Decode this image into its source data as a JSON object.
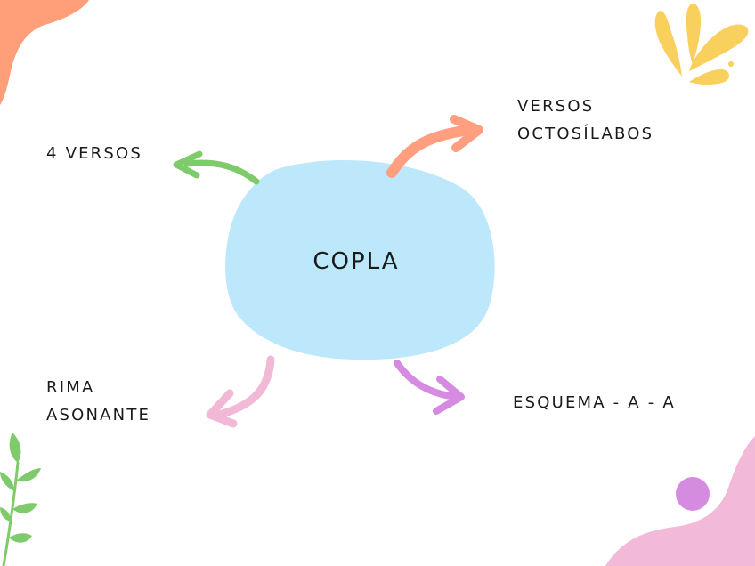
{
  "diagram": {
    "center": {
      "label": "COPLA",
      "color": "#bde8fb"
    },
    "branches": [
      {
        "id": "top-left",
        "lines": [
          "4 VERSOS"
        ],
        "arrow_color": "#7fcb6b"
      },
      {
        "id": "top-right",
        "lines": [
          "VERSOS",
          "OCTOSÍLABOS"
        ],
        "arrow_color": "#ff9f80"
      },
      {
        "id": "bottom-left",
        "lines": [
          "RIMA",
          "ASONANTE"
        ],
        "arrow_color": "#f2b9d6"
      },
      {
        "id": "bottom-right",
        "lines": [
          "ESQUEMA - A - A"
        ],
        "arrow_color": "#d58be0"
      }
    ]
  },
  "decorations": {
    "top_left_blob_color": "#ff9f7a",
    "top_right_splash_color": "#f9cf5e",
    "bottom_right_blob_color": "#f3b9d8",
    "bottom_right_dot_color": "#d58be0",
    "bottom_left_leaf_color": "#7fcb6b"
  }
}
